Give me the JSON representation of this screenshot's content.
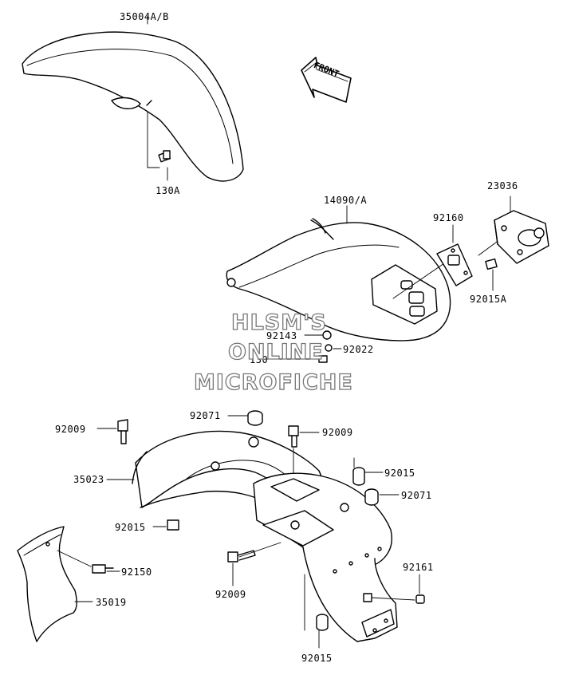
{
  "diagram": {
    "direction_label": "FRONT",
    "watermark": [
      "HLSM'S",
      "ONLINE",
      "MICROFICHE"
    ],
    "parts": [
      {
        "id": "p1",
        "label": "35004A/B"
      },
      {
        "id": "p2",
        "label": "130A"
      },
      {
        "id": "p3",
        "label": "14090/A"
      },
      {
        "id": "p4",
        "label": "23036"
      },
      {
        "id": "p5",
        "label": "92160"
      },
      {
        "id": "p6",
        "label": "92015A"
      },
      {
        "id": "p7",
        "label": "92143"
      },
      {
        "id": "p8",
        "label": "92022"
      },
      {
        "id": "p9",
        "label": "130"
      },
      {
        "id": "p10",
        "label": "92009"
      },
      {
        "id": "p11",
        "label": "92071"
      },
      {
        "id": "p12",
        "label": "92009"
      },
      {
        "id": "p13",
        "label": "35023"
      },
      {
        "id": "p14",
        "label": "92015"
      },
      {
        "id": "p15",
        "label": "92071"
      },
      {
        "id": "p16",
        "label": "92015"
      },
      {
        "id": "p17",
        "label": "92150"
      },
      {
        "id": "p18",
        "label": "35019"
      },
      {
        "id": "p19",
        "label": "92009"
      },
      {
        "id": "p20",
        "label": "92161"
      },
      {
        "id": "p21",
        "label": "92015"
      }
    ]
  }
}
